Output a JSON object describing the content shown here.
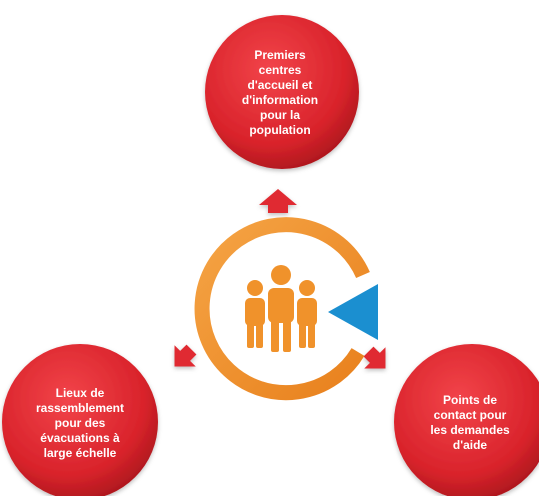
{
  "colors": {
    "circle_red": "#d9232b",
    "circle_red_dark": "#b01a20",
    "ring_orange": "#f0922b",
    "triangle_blue": "#1b8fd0",
    "arrow_red": "#d9232b"
  },
  "nodes": {
    "top": {
      "label": "Premiers\ncentres\nd'accueil et\nd'information\npour la\npopulation"
    },
    "left": {
      "label": "Lieux de\nrassemblement\npour des\névacuations à\nlarge échelle"
    },
    "right": {
      "label": "Points de\ncontact pour\nles demandes\nd'aide"
    }
  },
  "center": {
    "icon": "people-group-icon"
  }
}
